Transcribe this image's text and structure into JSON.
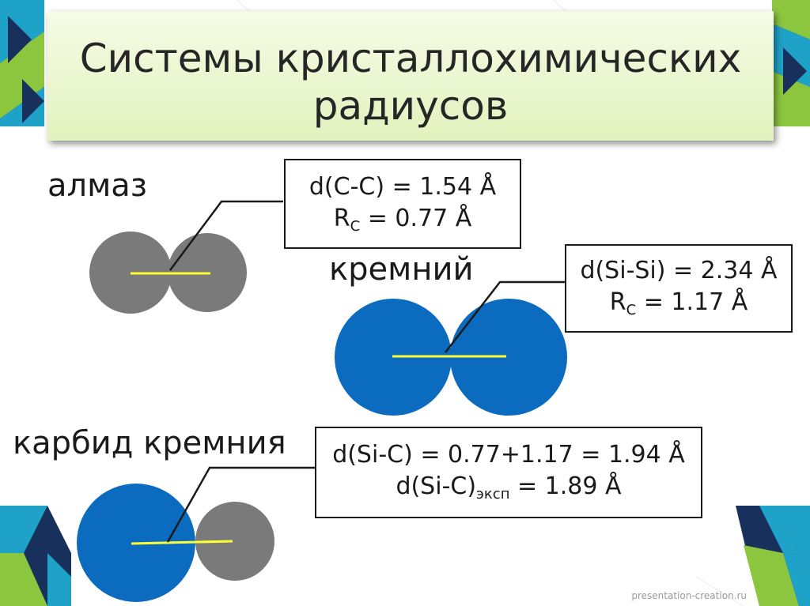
{
  "title": {
    "line1": "Системы кристаллохимических",
    "line2": "радиусов"
  },
  "labels": {
    "diamond": "алмаз",
    "silicon": "кремний",
    "sic": "карбид кремния"
  },
  "boxes": {
    "diamond": {
      "line1": "d(C-C) = 1.54 Å",
      "r_base": "R",
      "r_sub": "C",
      "r_rest": " = 0.77 Å"
    },
    "silicon": {
      "line1": "d(Si-Si) = 2.34 Å",
      "r_base": "R",
      "r_sub": "C",
      "r_rest": " = 1.17 Å"
    },
    "sic": {
      "line1": "d(Si-C) = 0.77+1.17 = 1.94 Å",
      "d_base": "d(Si-C)",
      "d_sub": "эксп",
      "d_rest": " = 1.89 Å"
    }
  },
  "watermark": "presentation-creation.ru",
  "colors": {
    "carbon_atom": "#7a7a7a",
    "silicon_atom": "#0b6bbf",
    "bond_line": "#ffff33",
    "title_bg": "#e2f2bd",
    "deco_teal": "#1fa2c7",
    "deco_green": "#8cc63f",
    "deco_navy": "#17315c"
  }
}
